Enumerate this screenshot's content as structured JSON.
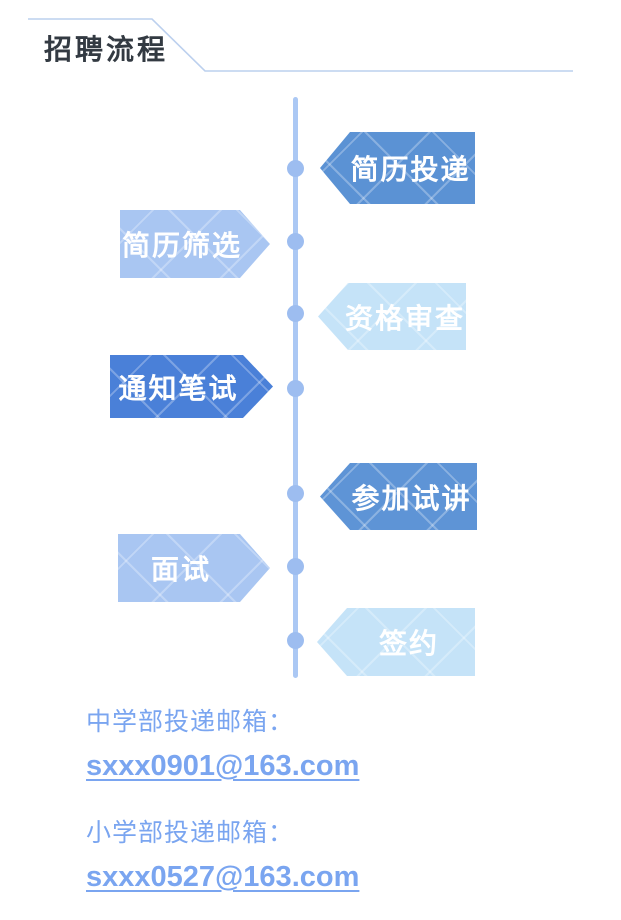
{
  "header": {
    "title": "招聘流程"
  },
  "theme": {
    "title_color": "#333a42",
    "deco_line_color": "#bcd0ee",
    "timeline_line_color": "#abc8f4",
    "timeline_dot_color": "#9dbdf0",
    "link_color": "#7aa5f0",
    "step_colors": {
      "dark_blue": "#4a80d8",
      "medium_blue": "#5b92d4",
      "light_blue": "#a9c6f2",
      "pale_blue": "#c5e3f8"
    }
  },
  "steps": [
    {
      "label": "简历投递",
      "side": "right",
      "color": "#5b92d4"
    },
    {
      "label": "简历筛选",
      "side": "left",
      "color": "#a9c6f2"
    },
    {
      "label": "资格审查",
      "side": "right",
      "color": "#c5e3f8"
    },
    {
      "label": "通知笔试",
      "side": "left",
      "color": "#4a80d8"
    },
    {
      "label": "参加试讲",
      "side": "right",
      "color": "#5e94d6"
    },
    {
      "label": "面试",
      "side": "left",
      "color": "#a9c6f2"
    },
    {
      "label": "签约",
      "side": "right",
      "color": "#c5e3f8"
    }
  ],
  "contacts": [
    {
      "label": "中学部投递邮箱：",
      "email": "sxxx0901@163.com"
    },
    {
      "label": "小学部投递邮箱：",
      "email": "sxxx0527@163.com"
    }
  ]
}
